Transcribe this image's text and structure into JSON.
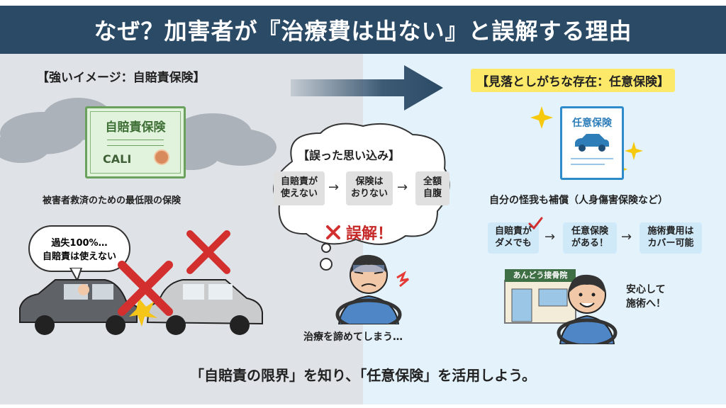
{
  "title": "なぜ？加害者が『治療費は出ない』と誤解する理由",
  "left": {
    "tag": "【強いイメージ：自賠責保険】",
    "certificate": {
      "title": "自賠責保険",
      "code": "CALI"
    },
    "caption": "被害者救済のための最低限の保険",
    "speech": [
      "過失100%…",
      "自賠責は使えない"
    ]
  },
  "center": {
    "title": "【誤った思い込み】",
    "flow": [
      "自賠責が\n使えない",
      "保険は\nおりない",
      "全額\n自腹"
    ],
    "mistake": "誤解！",
    "caption": "治療を諦めてしまう…"
  },
  "right": {
    "tag": "【見落としがちな存在：任意保険】",
    "document": {
      "title": "任意保険"
    },
    "caption": "自分の怪我も補償（人身傷害保険など）",
    "flow": [
      "自賠責が\nダメでも",
      "任意保険\nがある！",
      "施術費用は\nカバー可能"
    ],
    "clinic_sign": "あんどう接骨院",
    "relief": [
      "安心して",
      "施術へ！"
    ]
  },
  "bottom_message": "「自賠責の限界」を知り、「任意保険」を活用しよう。",
  "colors": {
    "title_bar": "#2b4a66",
    "left_bg": "#dfe2e6",
    "right_bg": "#e4f3fb",
    "cert_green": "#6aa15d",
    "insurance_blue": "#2d8bcc",
    "mistake_red": "#c62828",
    "highlight_yellow": "#fce96a"
  }
}
